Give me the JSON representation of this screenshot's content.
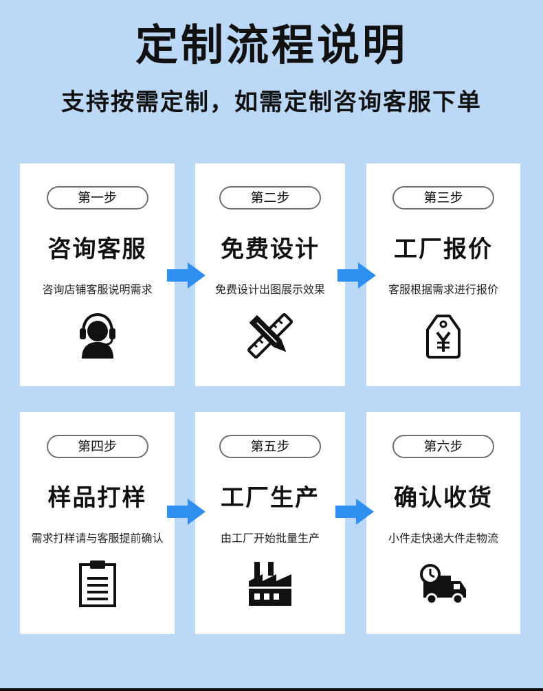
{
  "header": {
    "title": "定制流程说明",
    "subtitle": "支持按需定制，如需定制咨询客服下单"
  },
  "colors": {
    "background": "#bcd8f7",
    "card": "#ffffff",
    "arrow": "#2f8ff0",
    "pill_border": "#6e6e6e"
  },
  "steps": [
    {
      "step": "第一步",
      "title": "咨询客服",
      "desc": "咨询店铺客服说明需求",
      "icon": "customer-service-headset-icon"
    },
    {
      "step": "第二步",
      "title": "免费设计",
      "desc": "免费设计出图展示效果",
      "icon": "pencil-ruler-design-icon"
    },
    {
      "step": "第三步",
      "title": "工厂报价",
      "desc": "客服根据需求进行报价",
      "icon": "price-tag-yen-icon"
    },
    {
      "step": "第四步",
      "title": "样品打样",
      "desc": "需求打样请与客服提前确认",
      "icon": "clipboard-icon"
    },
    {
      "step": "第五步",
      "title": "工厂生产",
      "desc": "由工厂开始批量生产",
      "icon": "factory-icon"
    },
    {
      "step": "第六步",
      "title": "确认收货",
      "desc": "小件走快递大件走物流",
      "icon": "delivery-truck-clock-icon"
    }
  ]
}
